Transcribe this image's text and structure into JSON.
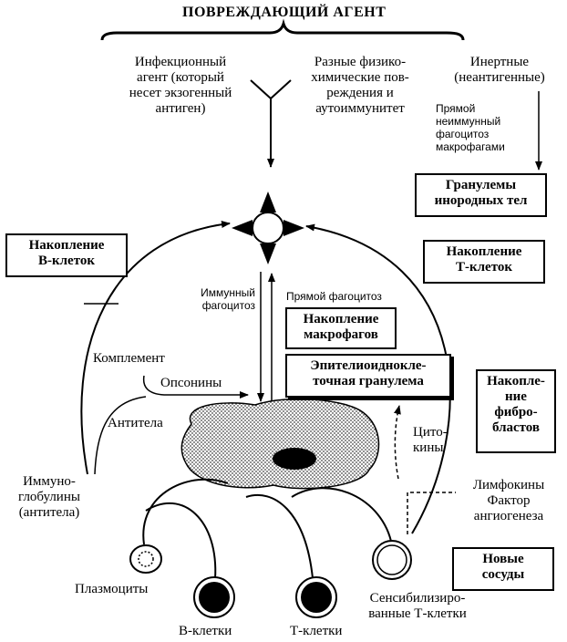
{
  "title": "ПОВРЕЖДАЮЩИЙ АГЕНТ",
  "agents": {
    "infectious": "Инфекционный\nагент (который\nнесет экзогенный\nантиген)",
    "physical": "Разные физико-\nхимические пов-\nреждения и\nаутоиммунитет",
    "inert": "Инертные\n(неантигенные)"
  },
  "direct_nonimmune": "Прямой\nнеиммунный\nфагоцитоз\nмакрофагами",
  "boxes": {
    "foreign_body": "Гранулемы\nинородных тел",
    "b_accum": "Накопление\nB-клеток",
    "t_accum": "Накопление\nТ-клеток",
    "macro_accum": "Накопление\nмакрофагов",
    "epithelioid": "Эпителиоиднокле-\nточная гранулема",
    "fibro": "Накопле-\nние\nфибро-\nбластов",
    "vessels": "Новые\nсосуды"
  },
  "labels": {
    "immune_phago": "Иммунный\nфагоцитоз",
    "direct_phago": "Прямой фагоцитоз",
    "complement": "Комплемент",
    "opsonins": "Опсонины",
    "antibodies": "Антитела",
    "cytokines": "Цито-\nкины",
    "immunoglobulins": "Иммуно-\nглобулины\n(антитела)",
    "lymphokines": "Лимфокины\nФактор\nангиогенеза",
    "plasmocytes": "Плазмоциты",
    "b_cells": "B-клетки",
    "t_cells": "Т-клетки",
    "sensitized": "Сенсибилизиро-\nванные Т-клетки"
  }
}
